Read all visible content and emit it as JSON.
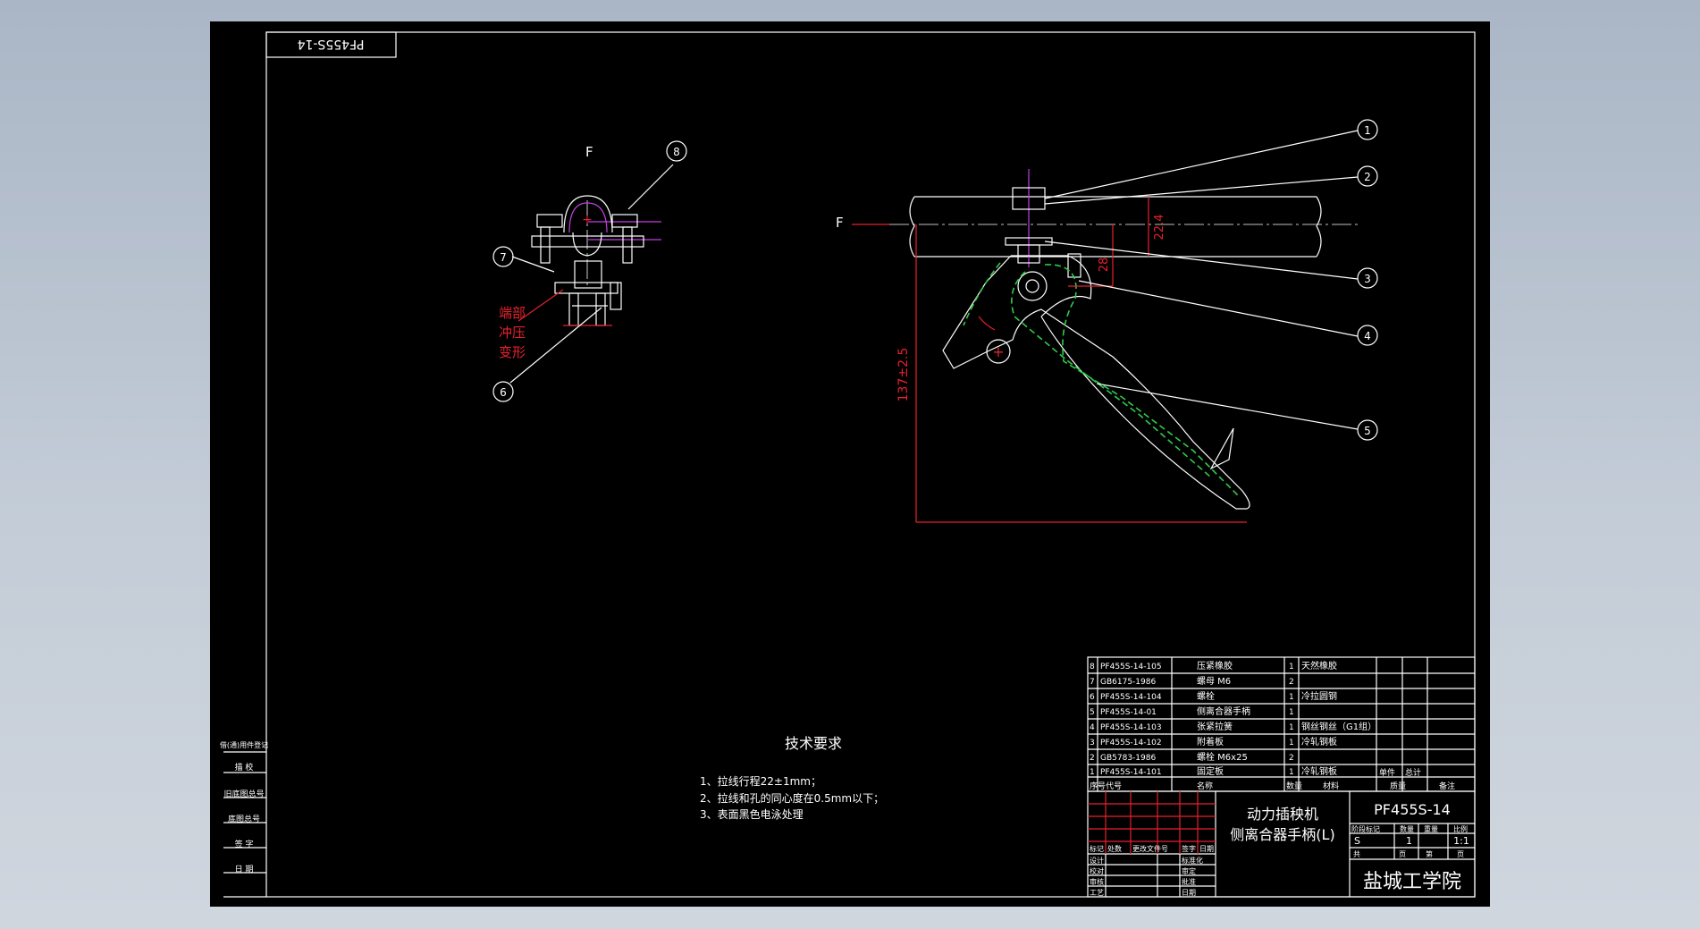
{
  "drawing_code": "PF455S-14",
  "view_label": "F",
  "balloons": [
    "1",
    "2",
    "3",
    "4",
    "5",
    "6",
    "7",
    "8"
  ],
  "dimensions": {
    "d1": "22.4",
    "d2": "28",
    "d3": "137±2.5"
  },
  "red_note": [
    "端部",
    "冲压",
    "变形"
  ],
  "tech": {
    "title": "技术要求",
    "items": [
      "1、拉线行程22±1mm；",
      "2、拉线和孔的同心度在0.5mm以下；",
      "3、表面黑色电泳处理"
    ]
  },
  "bom": [
    {
      "no": "8",
      "code": "PF455S-14-105",
      "name": "压紧橡胶",
      "qty": "1",
      "material": "天然橡胶"
    },
    {
      "no": "7",
      "code": "GB6175-1986",
      "name": "螺母 M6",
      "qty": "2",
      "material": ""
    },
    {
      "no": "6",
      "code": "PF455S-14-104",
      "name": "螺栓",
      "qty": "1",
      "material": "冷拉圆钢"
    },
    {
      "no": "5",
      "code": "PF455S-14-01",
      "name": "侧离合器手柄",
      "qty": "1",
      "material": ""
    },
    {
      "no": "4",
      "code": "PF455S-14-103",
      "name": "张紧拉簧",
      "qty": "1",
      "material": "钢丝钢丝（G1组）"
    },
    {
      "no": "3",
      "code": "PF455S-14-102",
      "name": "附着板",
      "qty": "1",
      "material": "冷轧钢板"
    },
    {
      "no": "2",
      "code": "GB5783-1986",
      "name": "螺栓 M6x25",
      "qty": "2",
      "material": ""
    },
    {
      "no": "1",
      "code": "PF455S-14-101",
      "name": "固定板",
      "qty": "1",
      "material": "冷轧钢板"
    }
  ],
  "bom_header": [
    "序号",
    "代号",
    "名称",
    "数量",
    "材料",
    "单件",
    "总计",
    "质量",
    "备注"
  ],
  "title_block": {
    "part_name_1": "动力插秧机",
    "part_name_2": "侧离合器手柄(L)",
    "code": "PF455S-14",
    "stage": "S",
    "qty": "1",
    "scale": "1:1",
    "school": "盐城工学院",
    "labels": [
      "标记",
      "处数",
      "更改文件号",
      "签字",
      "日期",
      "设计",
      "标准化",
      "校对",
      "审定",
      "审核",
      "批准",
      "工艺",
      "日期",
      "阶段标记",
      "数量",
      "重量",
      "比例",
      "共",
      "页",
      "第",
      "页"
    ]
  },
  "side_labels": [
    "借(通)用件登记",
    "描 校",
    "旧底图总号",
    "底图总号",
    "签 字",
    "日 期"
  ]
}
